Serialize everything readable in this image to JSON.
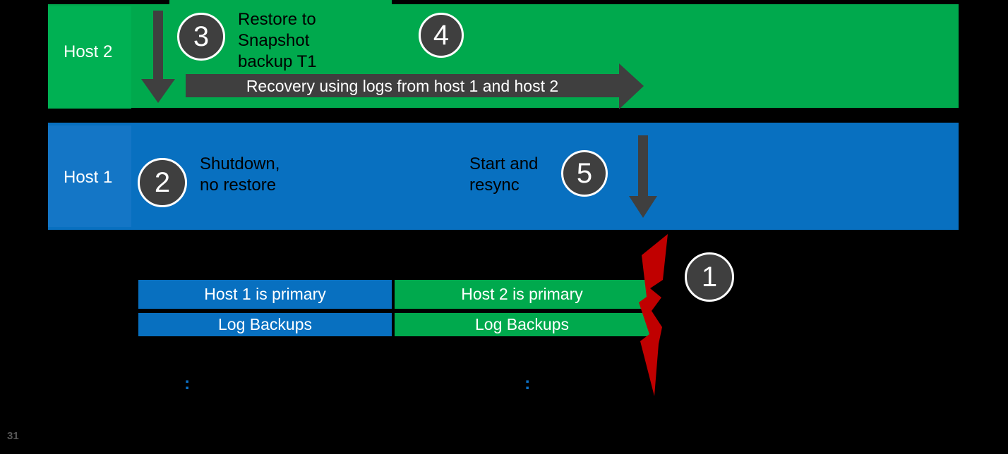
{
  "page": {
    "number": "31"
  },
  "colors": {
    "background": "#000000",
    "green_bar": "#00A94D",
    "green_host_block": "#00B153",
    "blue_bar": "#0870C0",
    "blue_host_block": "#1476C6",
    "dark_gray_shape": "#3F3F3F",
    "red_bolt": "#C00000",
    "white_text": "#FFFFFF",
    "black_text": "#000000",
    "colon_blue": "#0C70C5",
    "page_number_gray": "#575757"
  },
  "host2_lane": {
    "label": "Host 2",
    "step3_number": "3",
    "restore_line1": "Restore to",
    "restore_line2": "Snapshot",
    "restore_line3": "backup T1",
    "step4_number": "4",
    "recovery_arrow_label": "Recovery using logs from host 1 and host 2"
  },
  "host1_lane": {
    "label": "Host 1",
    "step2_number": "2",
    "shutdown_line1": "Shutdown,",
    "shutdown_line2": "no restore",
    "start_line1": "Start and",
    "start_line2": "resync",
    "step5_number": "5"
  },
  "timeline": {
    "host1_primary_label": "Host 1 is primary",
    "host1_log_backups_label": "Log Backups",
    "host2_primary_label": "Host 2 is primary",
    "host2_log_backups_label": "Log Backups",
    "t1_marker_colon": ":",
    "t2_marker_colon": ":"
  },
  "failure": {
    "step1_number": "1"
  }
}
